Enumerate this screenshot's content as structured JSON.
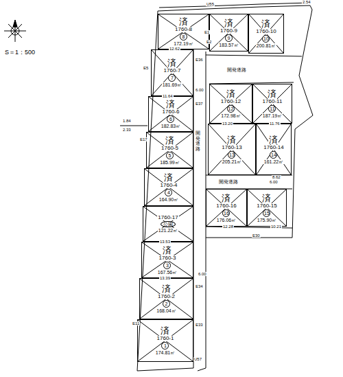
{
  "diagram": {
    "nodes": [
      {
        "text": [
          "済",
          "1760-8",
          "8",
          "172.19㎡"
        ]
      },
      {
        "text": [
          "済",
          "1760-9",
          "9",
          "183.57㎡"
        ]
      },
      {
        "text": [
          "済",
          "1760-10",
          "10",
          "200.81㎡"
        ]
      },
      {
        "text": [
          "済",
          "1760-7",
          "7",
          "181.69㎡"
        ]
      },
      {
        "text": [
          "済",
          "1760-12",
          "12",
          "172.98㎡"
        ]
      },
      {
        "text": [
          "済",
          "1760-11",
          "11",
          "187.19㎡"
        ]
      },
      {
        "text": [
          "済",
          "1760-6",
          "6",
          "182.83㎡"
        ]
      },
      {
        "text": [
          "済",
          "1760-13",
          "13",
          "205.21㎡"
        ]
      },
      {
        "text": [
          "済",
          "1760-14",
          "14",
          "161.22㎡"
        ]
      },
      {
        "text": [
          "済",
          "1760-5",
          "5",
          "185.99㎡"
        ]
      },
      {
        "text": [
          "済",
          "1760-4",
          "4",
          "164.90㎡"
        ]
      },
      {
        "text": [
          "済",
          "1760-16",
          "16",
          "176.06㎡"
        ]
      },
      {
        "text": [
          "済",
          "1760-15",
          "15",
          "175.90㎡"
        ]
      },
      {
        "text": [
          "1760-17",
          "公園",
          "121.22㎡"
        ]
      },
      {
        "text": [
          "済",
          "1760-3",
          "3",
          "167.56㎡"
        ]
      },
      {
        "text": [
          "済",
          "1760-2",
          "2",
          "168.04㎡"
        ]
      },
      {
        "text": [
          "済",
          "1760-1",
          "1",
          "174.81㎡"
        ]
      }
    ],
    "labels": [
      "S＝1：500",
      "開発道路",
      "開発道路",
      "開発道路",
      "6.00",
      "6.00",
      "6.00",
      "2.54",
      "1.84",
      "2.33",
      "12.62",
      "11.64",
      "13.20",
      "12.28",
      "13.53",
      "13.39",
      "10.21",
      "8.62",
      "11.76",
      "E1",
      "E2",
      "E5",
      "E11",
      "E17",
      "E30",
      "E33",
      "E34",
      "E36",
      "E37",
      "U55",
      "U57"
    ]
  }
}
